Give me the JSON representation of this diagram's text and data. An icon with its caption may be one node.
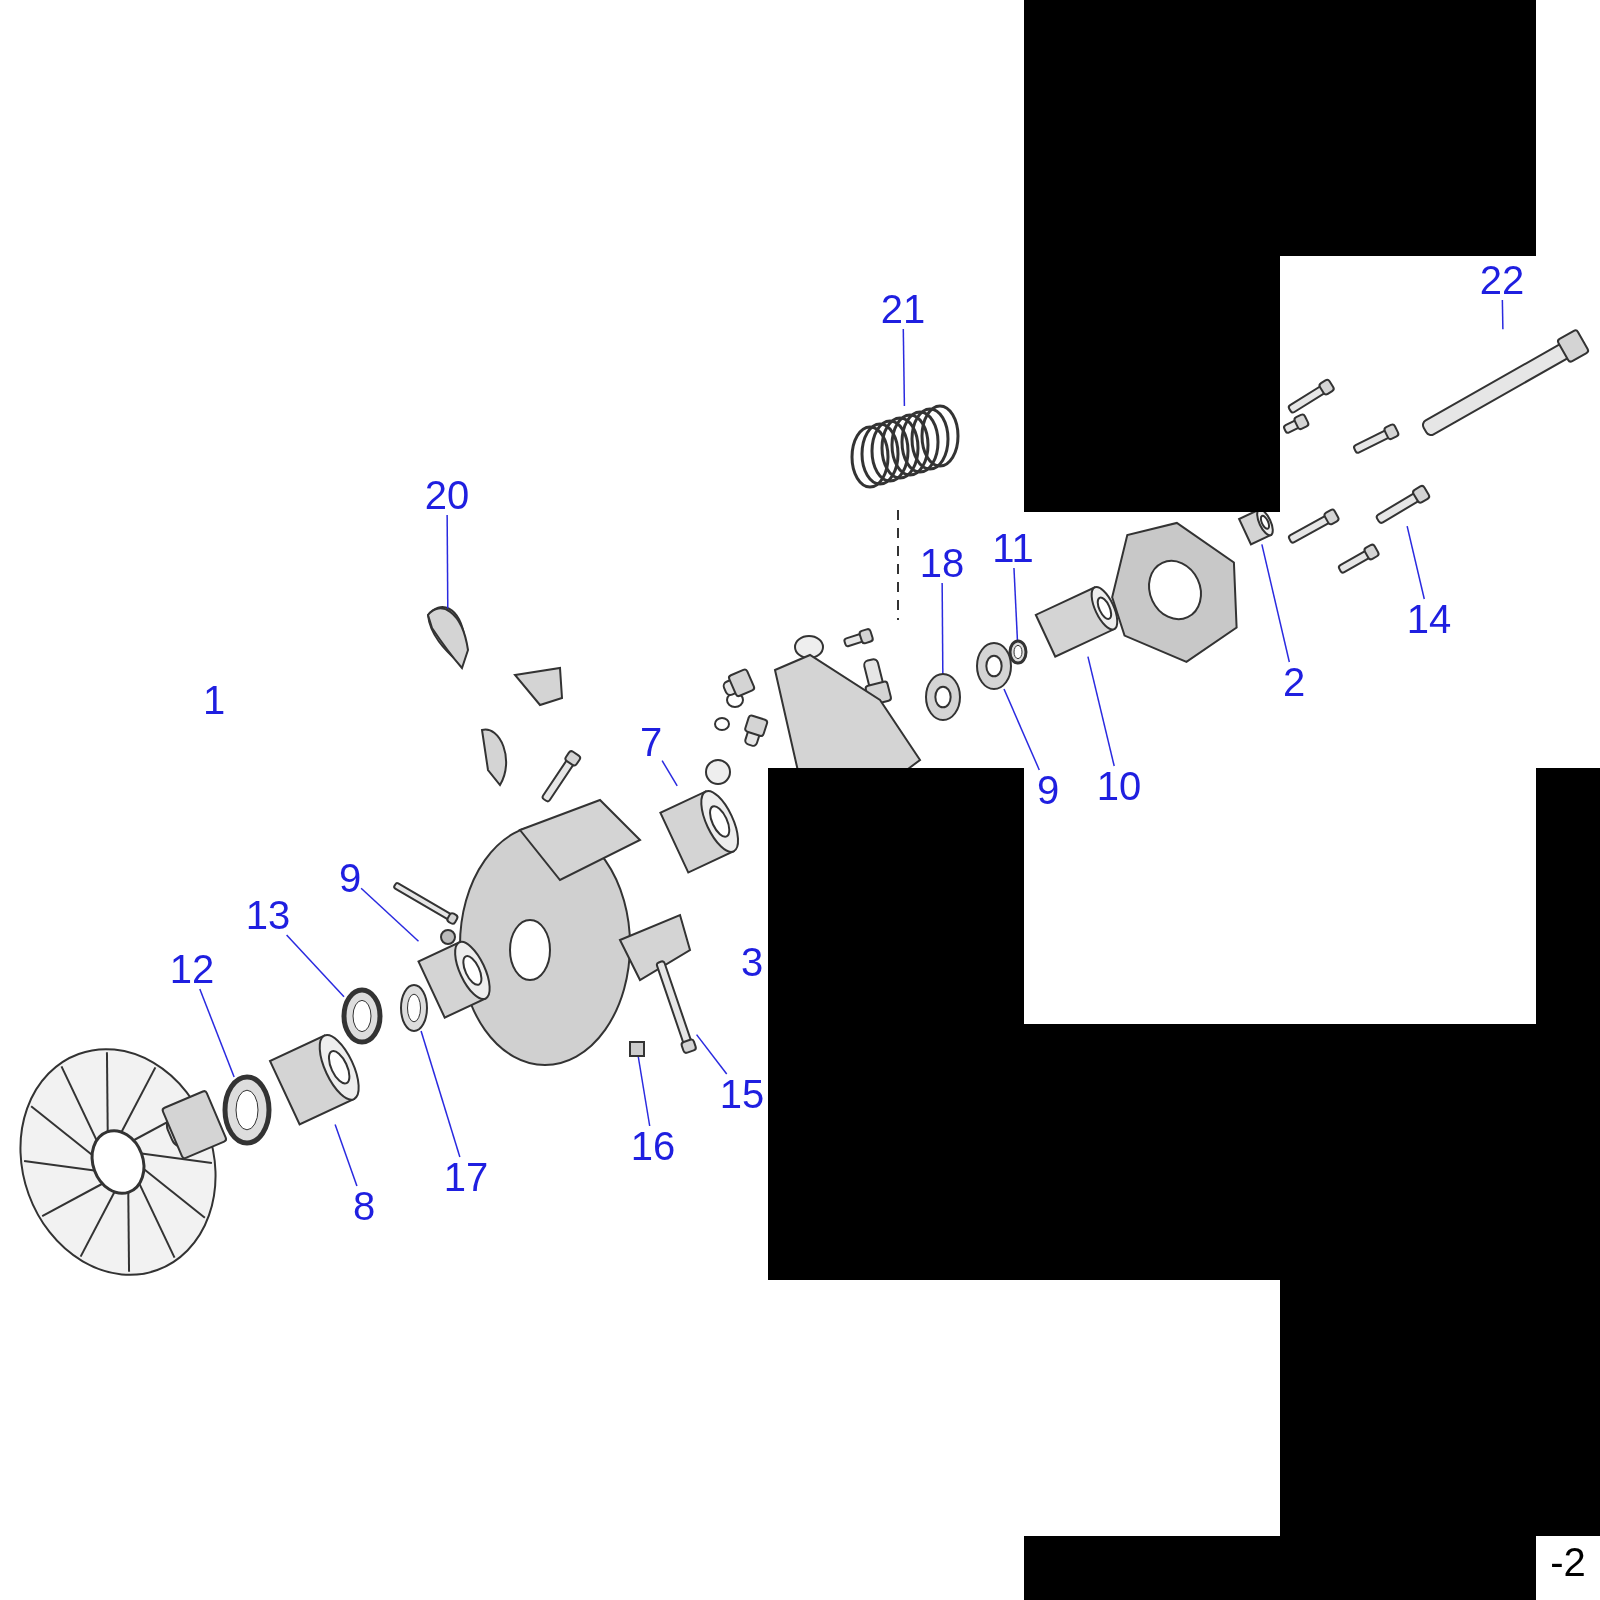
{
  "diagram": {
    "nodes": [
      {
        "text": [
          "21"
        ]
      },
      {
        "text": [
          "22"
        ]
      },
      {
        "text": [
          "20"
        ]
      },
      {
        "text": [
          "18"
        ]
      },
      {
        "text": [
          "11"
        ]
      },
      {
        "text": [
          "2"
        ]
      },
      {
        "text": [
          "14"
        ]
      },
      {
        "text": [
          "7"
        ]
      },
      {
        "text": [
          "10"
        ]
      },
      {
        "text": [
          "9"
        ]
      },
      {
        "text": [
          "9"
        ]
      },
      {
        "text": [
          "13"
        ]
      },
      {
        "text": [
          "12"
        ]
      },
      {
        "text": [
          "15"
        ]
      },
      {
        "text": [
          "16"
        ]
      },
      {
        "text": [
          "8"
        ]
      },
      {
        "text": [
          "17"
        ]
      },
      {
        "text": [],
        "shape": "picture"
      },
      {
        "text": [],
        "shape": "bar"
      },
      {
        "text": [],
        "shape": "picture"
      },
      {
        "text": [],
        "shape": "picture"
      },
      {
        "text": [],
        "shape": "circle"
      },
      {
        "text": [],
        "shape": "picture"
      },
      {
        "text": [],
        "shape": "bar"
      },
      {
        "text": [],
        "shape": "picture"
      },
      {
        "text": [],
        "shape": "picture"
      },
      {
        "text": [],
        "shape": "picture"
      },
      {
        "text": [],
        "shape": "picture"
      },
      {
        "text": [],
        "shape": "circle"
      },
      {
        "text": [],
        "shape": "circle"
      },
      {
        "text": [],
        "shape": "bar"
      },
      {
        "text": [],
        "shape": "box"
      },
      {
        "text": [],
        "shape": "picture"
      },
      {
        "text": [],
        "shape": "circle"
      }
    ],
    "edges": [
      {
        "from": 0,
        "to": 17,
        "arrow": "none"
      },
      {
        "from": 1,
        "to": 18,
        "arrow": "none"
      },
      {
        "from": 2,
        "to": 19,
        "arrow": "none"
      },
      {
        "from": 3,
        "to": 20,
        "arrow": "none"
      },
      {
        "from": 4,
        "to": 21,
        "arrow": "none"
      },
      {
        "from": 5,
        "to": 22,
        "arrow": "none"
      },
      {
        "from": 6,
        "to": 23,
        "arrow": "none"
      },
      {
        "from": 7,
        "to": 24,
        "arrow": "none"
      },
      {
        "from": 8,
        "to": 25,
        "arrow": "none"
      },
      {
        "from": 9,
        "to": 26,
        "arrow": "none"
      },
      {
        "from": 10,
        "to": 27,
        "arrow": "none"
      },
      {
        "from": 11,
        "to": 28,
        "arrow": "none"
      },
      {
        "from": 12,
        "to": 29,
        "arrow": "none"
      },
      {
        "from": 13,
        "to": 30,
        "arrow": "none"
      },
      {
        "from": 14,
        "to": 31,
        "arrow": "none"
      },
      {
        "from": 15,
        "to": 32,
        "arrow": "none"
      },
      {
        "from": 16,
        "to": 33,
        "arrow": "none"
      }
    ],
    "labels": [
      "1",
      "3",
      "-2"
    ]
  }
}
